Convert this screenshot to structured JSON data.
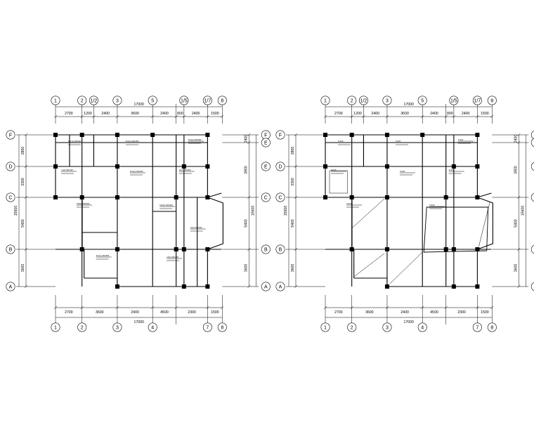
{
  "drawings": [
    {
      "id": "left",
      "top_dims": [
        "2700",
        "1200",
        "2400",
        "3600",
        "2400",
        "800",
        "2400",
        "1500"
      ],
      "top_axes": [
        "1",
        "2",
        "1/2",
        "3",
        "5",
        "1/5",
        "1/7",
        "8"
      ],
      "bottom_dims": [
        "2700",
        "3600",
        "2400",
        "4500",
        "2300",
        "1500"
      ],
      "bottom_axes": [
        "1",
        "2",
        "3",
        "4",
        "7",
        "8"
      ],
      "total": "17000",
      "left_dims": [
        "2800",
        "3300",
        "5400",
        "3600"
      ],
      "right_dims": [
        "2400",
        "3900",
        "5400",
        "3600"
      ],
      "side_total": "15600",
      "row_axes": [
        "F",
        "E",
        "D",
        "C",
        "B",
        "A"
      ]
    },
    {
      "id": "right",
      "top_dims": [
        "2700",
        "1200",
        "2400",
        "3600",
        "2400",
        "800",
        "2400",
        "1500"
      ],
      "top_axes": [
        "1",
        "2",
        "1/2",
        "3",
        "5",
        "1/5",
        "1/7",
        "8"
      ],
      "bottom_dims": [
        "2700",
        "3600",
        "2400",
        "4500",
        "2300",
        "1500"
      ],
      "bottom_axes": [
        "1",
        "2",
        "3",
        "4",
        "7",
        "8"
      ],
      "total": "17000",
      "left_dims": [
        "2800",
        "3300",
        "5400",
        "3600"
      ],
      "right_dims": [
        "2400",
        "3900",
        "5400",
        "3600"
      ],
      "side_total": "15600",
      "row_axes": [
        "F",
        "E",
        "D",
        "C",
        "B",
        "A"
      ]
    }
  ],
  "annotations": {
    "left": [
      "KL1(1) 200x400",
      "KL2(1) 200x450",
      "KL3(2) 250x500",
      "L1(1) 200x400",
      "KL4(1) 200x400",
      "L2(1) 200x350",
      "KL5(2) 250x600",
      "KL6(1) 200x400",
      "L3(1) 200x400",
      "KL7(1) 200x500",
      "L4(1) 200x300"
    ],
    "right": [
      "h=120",
      "h=120",
      "h=100",
      "h=120",
      "h=100",
      "h=120",
      "h=120",
      "h=100"
    ]
  },
  "colors": {
    "line": "#000000",
    "background": "#ffffff"
  }
}
